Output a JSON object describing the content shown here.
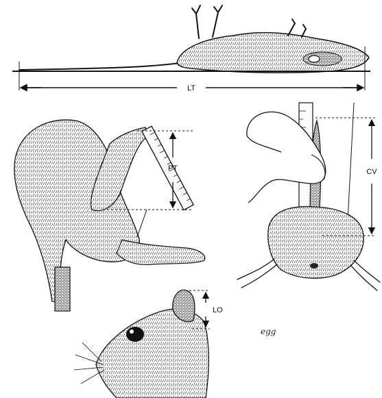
{
  "labels": {
    "total_length": "LT",
    "hind_foot": "PT",
    "tail": "CV",
    "ear": "LO"
  },
  "signature": "egg",
  "colors": {
    "ink": "#111111",
    "background": "#ffffff",
    "fur": "#e9e9e9"
  }
}
